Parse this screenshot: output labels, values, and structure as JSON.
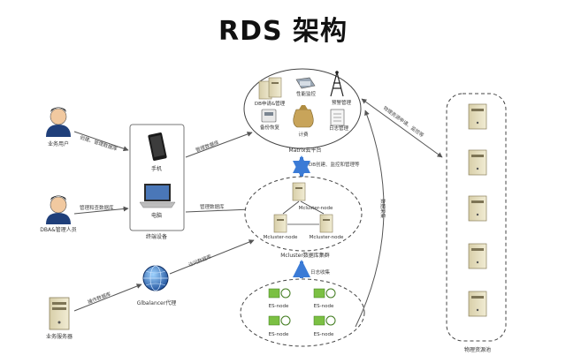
{
  "title": "RDS 架构",
  "actors": {
    "business_user": "业务用户",
    "dba": "DBA&管理人员",
    "biz_server": "业务服务器",
    "glb": "Glbalancer代理"
  },
  "edges": {
    "user_to_device": "创建、管理数据库",
    "dba_to_device": "管理和查数据库",
    "server_to_glb": "操作数据库",
    "device_to_matrix": "管理数据库",
    "device_to_mcluster": "管理数据库",
    "glb_to_mcluster": "访问数据库",
    "matrix_mcluster": "DB创建、监控和管理等",
    "es_to_mcluster": "日志收集",
    "matrix_to_physical": "物理资源申请、监控等",
    "data_collection": "数据采集"
  },
  "terminal": {
    "phone": "手机",
    "computer": "电脑",
    "caption": "终端设备"
  },
  "matrix": {
    "items": [
      "DB申请&管理",
      "性能监控",
      "预警管理",
      "备份恢复",
      "计费",
      "日志管理"
    ],
    "caption": "Matrix云平台"
  },
  "mcluster": {
    "nodes": [
      "Mcluster-node",
      "Mcluster-node",
      "Mcluster-node"
    ],
    "caption": "Mcluster数据库集群"
  },
  "es": {
    "nodes": [
      "ES-node",
      "ES-node",
      "ES-node",
      "ES-node"
    ]
  },
  "physical": {
    "caption": "物理资源池"
  }
}
